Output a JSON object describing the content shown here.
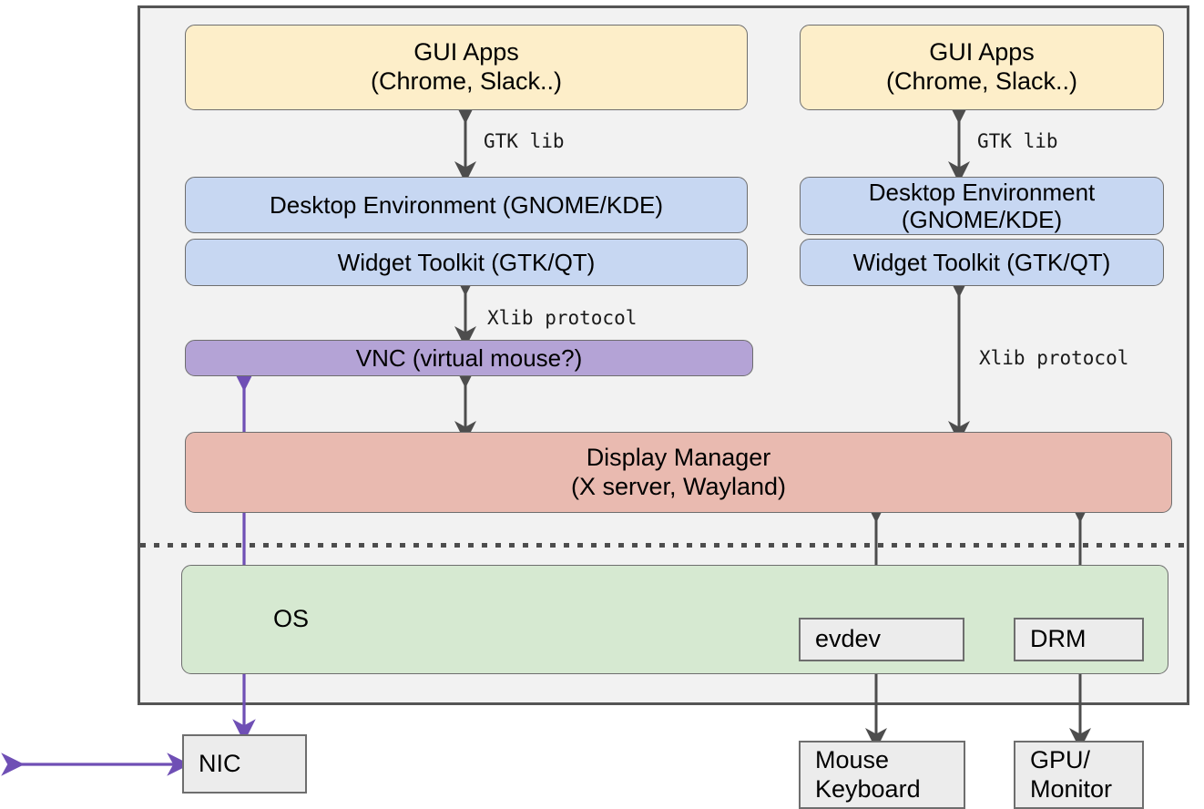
{
  "diagram": {
    "title": "Linux GUI / display stack with VNC",
    "colors": {
      "host_bg": "#f2f2f2",
      "host_border": "#555555",
      "gui_apps": "#fdeec9",
      "toolkit_blue": "#c7d7f2",
      "vnc_purple": "#b4a3d6",
      "display_manager": "#e9bab0",
      "os_green": "#d6e9d1",
      "device_grey": "#ececec",
      "arrow_grey": "#4d4d4d",
      "arrow_purple": "#6f4fb5",
      "text": "#000000"
    }
  },
  "nodes": {
    "gui_apps_left": {
      "label": "GUI Apps\n(Chrome, Slack..)"
    },
    "gui_apps_right": {
      "label": "GUI Apps\n(Chrome, Slack..)"
    },
    "desktop_env_left": {
      "label": "Desktop Environment (GNOME/KDE)"
    },
    "desktop_env_right": {
      "label": "Desktop Environment\n(GNOME/KDE)"
    },
    "widget_toolkit_left": {
      "label": "Widget Toolkit (GTK/QT)"
    },
    "widget_toolkit_right": {
      "label": "Widget Toolkit (GTK/QT)"
    },
    "vnc": {
      "label": "VNC (virtual mouse?)"
    },
    "display_manager": {
      "label": "Display Manager\n(X server, Wayland)"
    },
    "os": {
      "label": "OS"
    },
    "evdev": {
      "label": "evdev"
    },
    "drm": {
      "label": "DRM"
    },
    "nic": {
      "label": "NIC"
    },
    "mouse_keyboard": {
      "label": "Mouse\nKeyboard"
    },
    "gpu_monitor": {
      "label": "GPU/\nMonitor"
    }
  },
  "edge_labels": {
    "gtk_lib_left": {
      "text": "GTK lib"
    },
    "gtk_lib_right": {
      "text": "GTK lib"
    },
    "xlib_left": {
      "text": "Xlib protocol"
    },
    "xlib_right": {
      "text": "Xlib protocol"
    }
  },
  "edges": [
    {
      "from": "gui_apps_left",
      "to": "desktop_env_left",
      "label": "GTK lib",
      "direction": "both",
      "color": "#4d4d4d"
    },
    {
      "from": "gui_apps_right",
      "to": "desktop_env_right",
      "label": "GTK lib",
      "direction": "both",
      "color": "#4d4d4d"
    },
    {
      "from": "widget_toolkit_left",
      "to": "vnc",
      "label": "Xlib protocol",
      "direction": "both",
      "color": "#4d4d4d"
    },
    {
      "from": "widget_toolkit_right",
      "to": "display_manager",
      "label": "Xlib protocol",
      "direction": "both",
      "color": "#4d4d4d"
    },
    {
      "from": "vnc",
      "to": "display_manager",
      "label": "",
      "direction": "both",
      "color": "#4d4d4d"
    },
    {
      "from": "display_manager",
      "to": "evdev",
      "label": "",
      "direction": "both",
      "color": "#4d4d4d"
    },
    {
      "from": "display_manager",
      "to": "drm",
      "label": "",
      "direction": "both",
      "color": "#4d4d4d"
    },
    {
      "from": "evdev",
      "to": "mouse_keyboard",
      "label": "",
      "direction": "both",
      "color": "#4d4d4d"
    },
    {
      "from": "drm",
      "to": "gpu_monitor",
      "label": "",
      "direction": "both",
      "color": "#4d4d4d"
    },
    {
      "from": "vnc",
      "to": "nic",
      "label": "",
      "direction": "both",
      "color": "#6f4fb5"
    },
    {
      "from": "network",
      "to": "nic",
      "label": "",
      "direction": "both",
      "color": "#6f4fb5"
    }
  ]
}
